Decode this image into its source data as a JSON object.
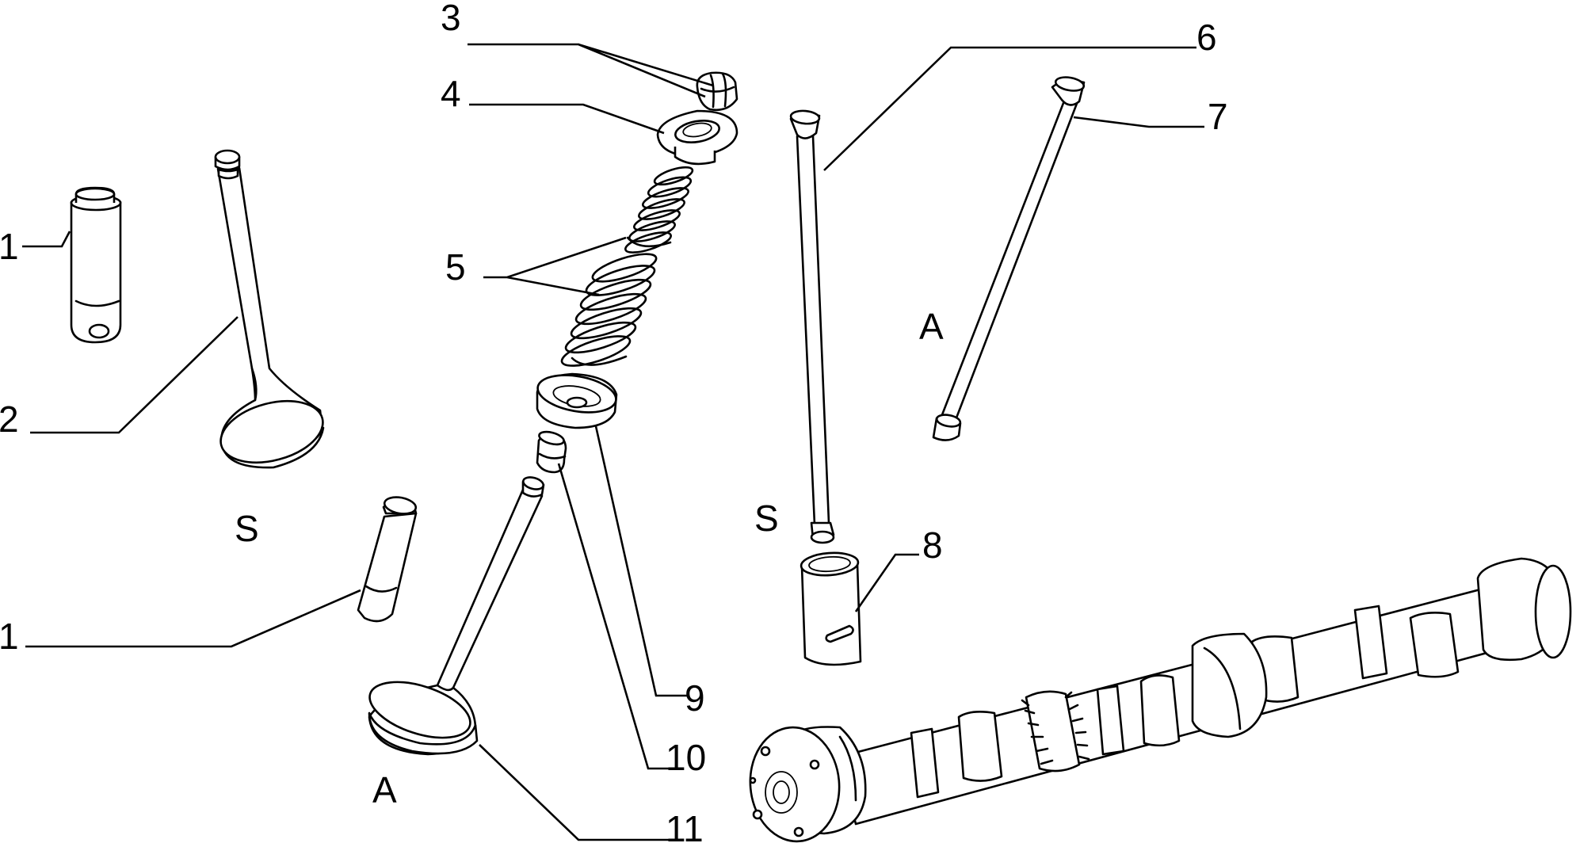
{
  "diagram": {
    "callouts": [
      {
        "id": "c1a",
        "text": "1"
      },
      {
        "id": "c2",
        "text": "2"
      },
      {
        "id": "c3",
        "text": "3"
      },
      {
        "id": "c4",
        "text": "4"
      },
      {
        "id": "c5",
        "text": "5"
      },
      {
        "id": "c6",
        "text": "6"
      },
      {
        "id": "c7",
        "text": "7"
      },
      {
        "id": "c8",
        "text": "8"
      },
      {
        "id": "c1b",
        "text": "1"
      },
      {
        "id": "c9",
        "text": "9"
      },
      {
        "id": "c10",
        "text": "10"
      },
      {
        "id": "c11",
        "text": "11"
      }
    ],
    "markers": [
      {
        "id": "s-exhaust-valve",
        "text": "S"
      },
      {
        "id": "a-pushrod",
        "text": "A"
      },
      {
        "id": "s-pushrod",
        "text": "S"
      },
      {
        "id": "a-intake-valve",
        "text": "A"
      }
    ]
  }
}
